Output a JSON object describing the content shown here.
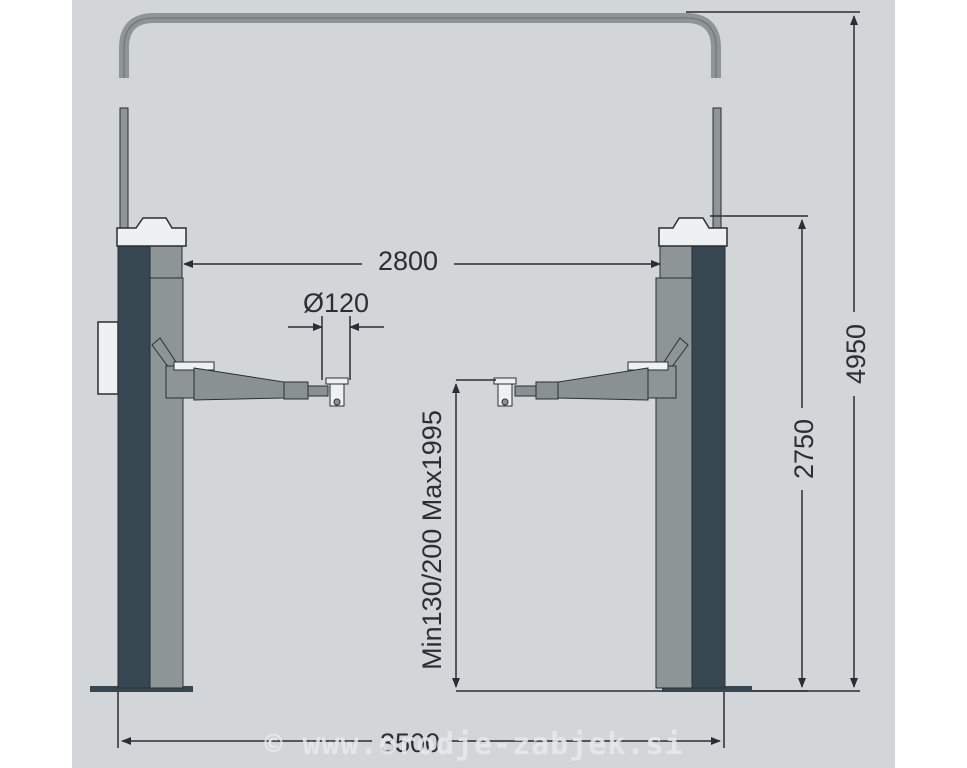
{
  "diagram": {
    "colors": {
      "background": "#d2d6d9",
      "column_dark": "#374752",
      "carriage": "#8e9596",
      "arm": "#8a9192",
      "cap": "#eef1f1",
      "line": "#2a2f33"
    },
    "dimensions": {
      "inner_width": "2800",
      "pad_diameter": "Ø120",
      "lift_height": "Min130/200 Max1995",
      "column_height": "2750",
      "total_height": "4950",
      "total_width": "3500"
    },
    "watermark": "© www.orodje-zabjek.si"
  }
}
